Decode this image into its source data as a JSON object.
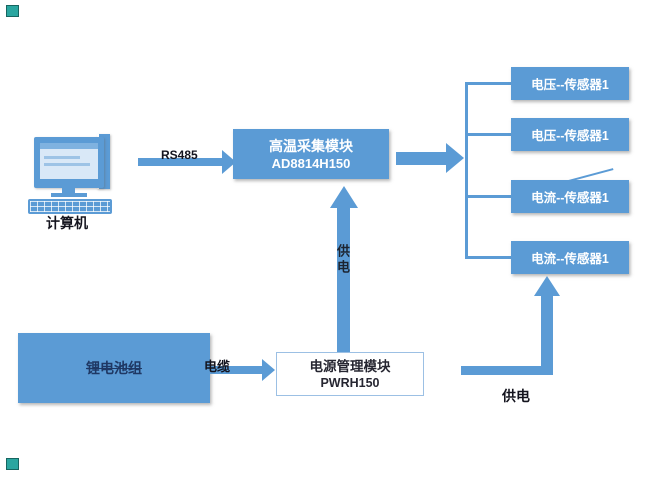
{
  "colors": {
    "accent": "#5B9BD5",
    "screen_light": "#D9E8F7",
    "handle_teal": "#2AA6A0",
    "text_dark": "#14141E",
    "text_navy": "#1F3864",
    "white": "#FFFFFF"
  },
  "diagram": {
    "computer": {
      "label": "计算机"
    },
    "rs485": {
      "label": "RS485"
    },
    "acquisition_module": {
      "title": "高温采集模块",
      "model": "AD8814H150"
    },
    "sensors": [
      {
        "label": "电压--传感器1"
      },
      {
        "label": "电压--传感器1"
      },
      {
        "label": "电流--传感器1"
      },
      {
        "label": "电流--传感器1"
      }
    ],
    "battery": {
      "label": "锂电池组"
    },
    "cable": {
      "label": "电缆"
    },
    "power_module": {
      "title": "电源管理模块",
      "model": "PWRH150"
    },
    "power_vertical": {
      "label": "供电"
    },
    "power_right": {
      "label": "供电"
    }
  }
}
